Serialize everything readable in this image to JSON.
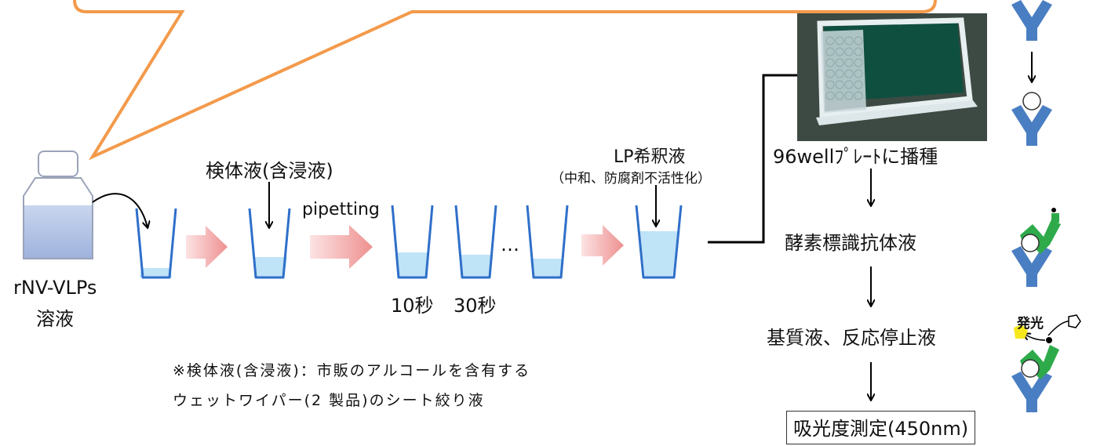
{
  "source": {
    "label_line1": "rNV-VLPs",
    "label_line2": "溶液"
  },
  "sample": {
    "label": "検体液(含浸液)"
  },
  "pipetting": {
    "label": "pipetting"
  },
  "times": {
    "t1": "10秒",
    "t2": "30秒",
    "ellipsis": "…"
  },
  "diluent": {
    "label": "LP希釈液",
    "sublabel": "（中和、防腐剤不活性化）"
  },
  "note": {
    "line1": "※検体液(含浸液)：市販のアルコールを含有する",
    "line2": "ウェットワイパー(2 製品)のシート絞り液"
  },
  "steps": [
    {
      "label": "96wellﾌﾟﾚｰﾄに播種"
    },
    {
      "label": "酵素標識抗体液"
    },
    {
      "label": "基質液、反応停止液"
    },
    {
      "label": "吸光度測定(450nm)"
    }
  ],
  "emission": {
    "label": "発光"
  },
  "colors": {
    "callout_orange": "#F39A4B",
    "cup_blue": "#2F6FC9",
    "liquid_blue": "#BFE3F7",
    "arrow_pink": "#F2A0A0",
    "antibody_blue": "#4A7EC2",
    "enzyme_green": "#2EAA4A",
    "substrate_yellow": "#F7E81C"
  }
}
